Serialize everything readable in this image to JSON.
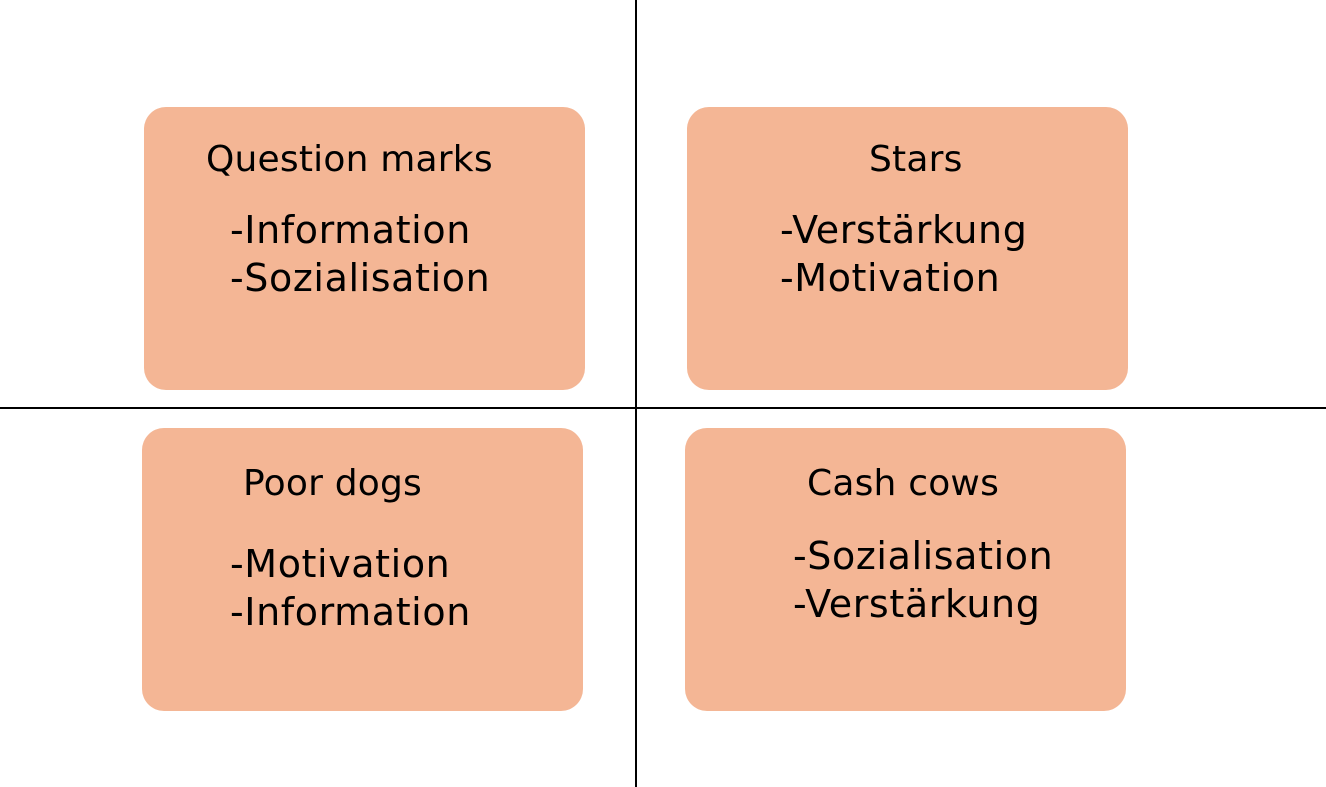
{
  "colors": {
    "box_fill": "#f4b695",
    "axis": "#000000",
    "background": "#ffffff"
  },
  "quadrants": [
    {
      "id": "question-marks",
      "title": "Question marks",
      "items": [
        "-Information",
        "-Sozialisation"
      ]
    },
    {
      "id": "stars",
      "title": "Stars",
      "items": [
        "-Verstärkung",
        "-Motivation"
      ]
    },
    {
      "id": "poor-dogs",
      "title": "Poor dogs",
      "items": [
        "-Motivation",
        "-Information"
      ]
    },
    {
      "id": "cash-cows",
      "title": "Cash cows",
      "items": [
        "-Sozialisation",
        "-Verstärkung"
      ]
    }
  ]
}
